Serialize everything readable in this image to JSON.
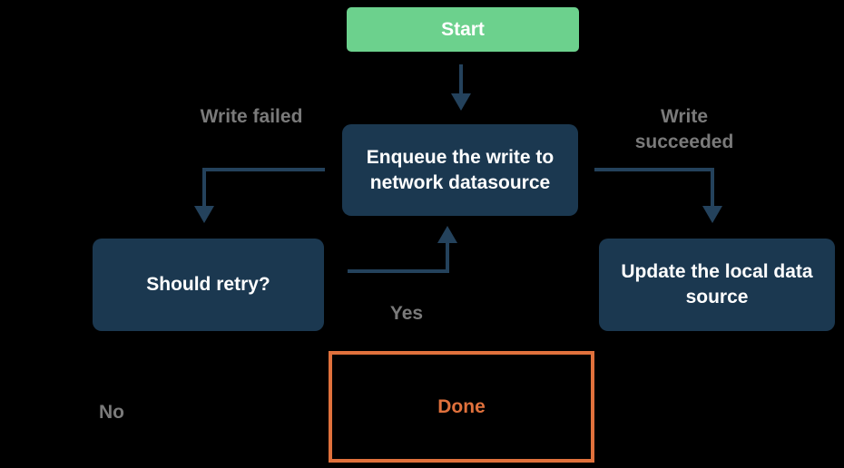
{
  "nodes": {
    "start": {
      "label": "Start"
    },
    "enqueue": {
      "label": "Enqueue the write to network datasource"
    },
    "should_retry": {
      "label": "Should retry?"
    },
    "update_local": {
      "label": "Update the local data source"
    },
    "done": {
      "label": "Done"
    }
  },
  "edge_labels": {
    "write_failed": "Write failed",
    "write_succeeded": "Write succeeded",
    "yes": "Yes",
    "no": "No"
  },
  "colors": {
    "background": "#000000",
    "start_fill": "#6CD18D",
    "node_fill": "#1B3850",
    "node_text": "#FFFFFF",
    "arrow": "#24425C",
    "label_text": "#7A7A7A",
    "done_accent": "#E0713C"
  }
}
